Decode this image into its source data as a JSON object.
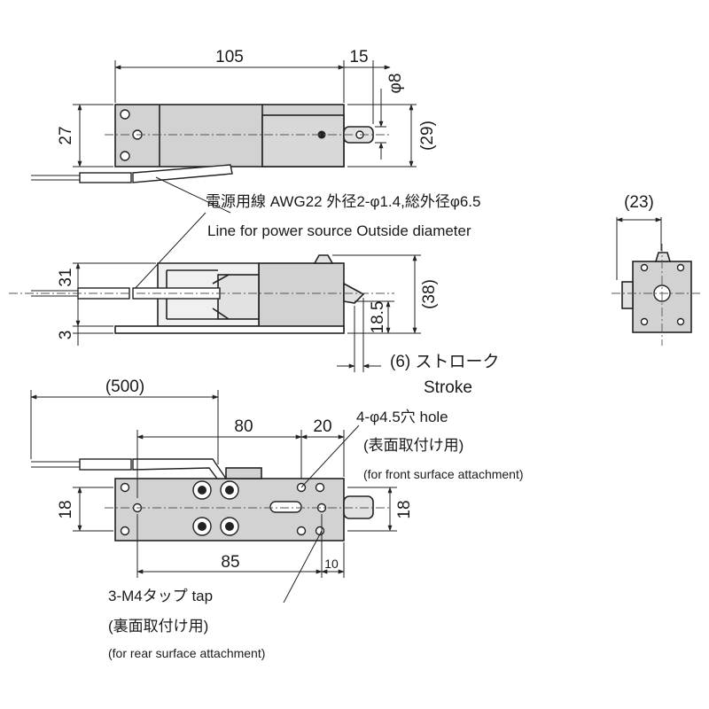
{
  "colors": {
    "body": "#d2d2d2",
    "line": "#222222",
    "background": "#ffffff"
  },
  "top_view": {
    "dim_length": "105",
    "dim_tip": "15",
    "dim_pin_dia": "φ8",
    "dim_height": "27",
    "dim_height_ref": "(29)"
  },
  "wire_label": {
    "jp": "電源用線  AWG22 外径2-φ1.4,総外径φ6.5",
    "en": "Line for power source  Outside diameter"
  },
  "side_view": {
    "dim_31": "31",
    "dim_3": "3",
    "dim_18_5": "18.5",
    "dim_38": "(38)",
    "stroke_jp": "(6) ストローク",
    "stroke_en": "Stroke"
  },
  "end_view": {
    "dim_23": "(23)"
  },
  "bottom_view": {
    "dim_500": "(500)",
    "dim_80": "80",
    "dim_20": "20",
    "dim_18_left": "18",
    "dim_18_right": "18",
    "dim_85": "85",
    "dim_10": "10",
    "hole_label": "4-φ4.5穴 hole",
    "hole_jp": "(表面取付け用)",
    "hole_en": "(for front surface attachment)",
    "tap_label": "3-M4タップ  tap",
    "tap_jp": "(裏面取付け用)",
    "tap_en": "(for rear surface attachment)"
  }
}
